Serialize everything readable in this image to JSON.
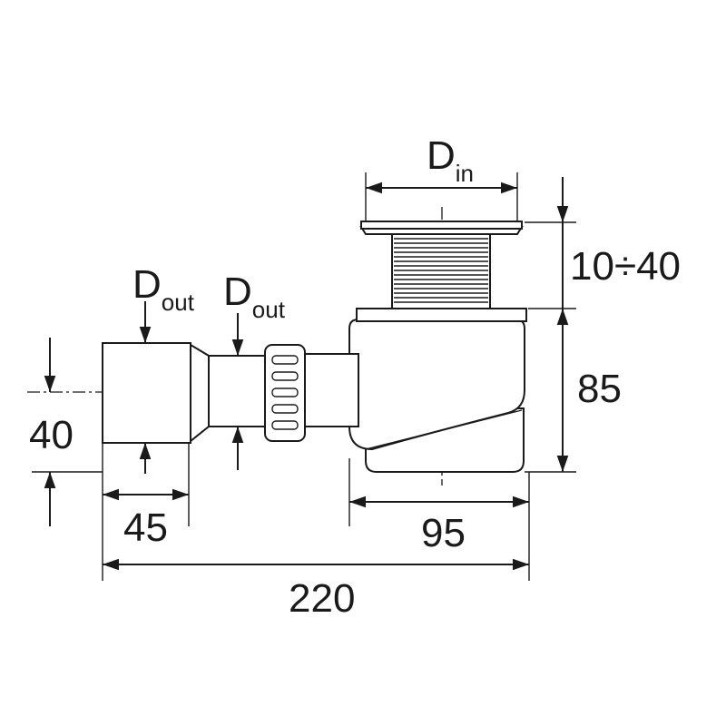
{
  "labels": {
    "d_in_main": "D",
    "d_in_sub": "in",
    "d_out1_main": "D",
    "d_out1_sub": "out",
    "d_out2_main": "D",
    "d_out2_sub": "out",
    "dim_height_range": "10÷40",
    "dim_body_height": "85",
    "dim_outlet_height": "40",
    "dim_outlet_length": "45",
    "dim_body_width": "95",
    "dim_total_length": "220"
  },
  "colors": {
    "line": "#1a1a1a",
    "background": "#ffffff"
  }
}
